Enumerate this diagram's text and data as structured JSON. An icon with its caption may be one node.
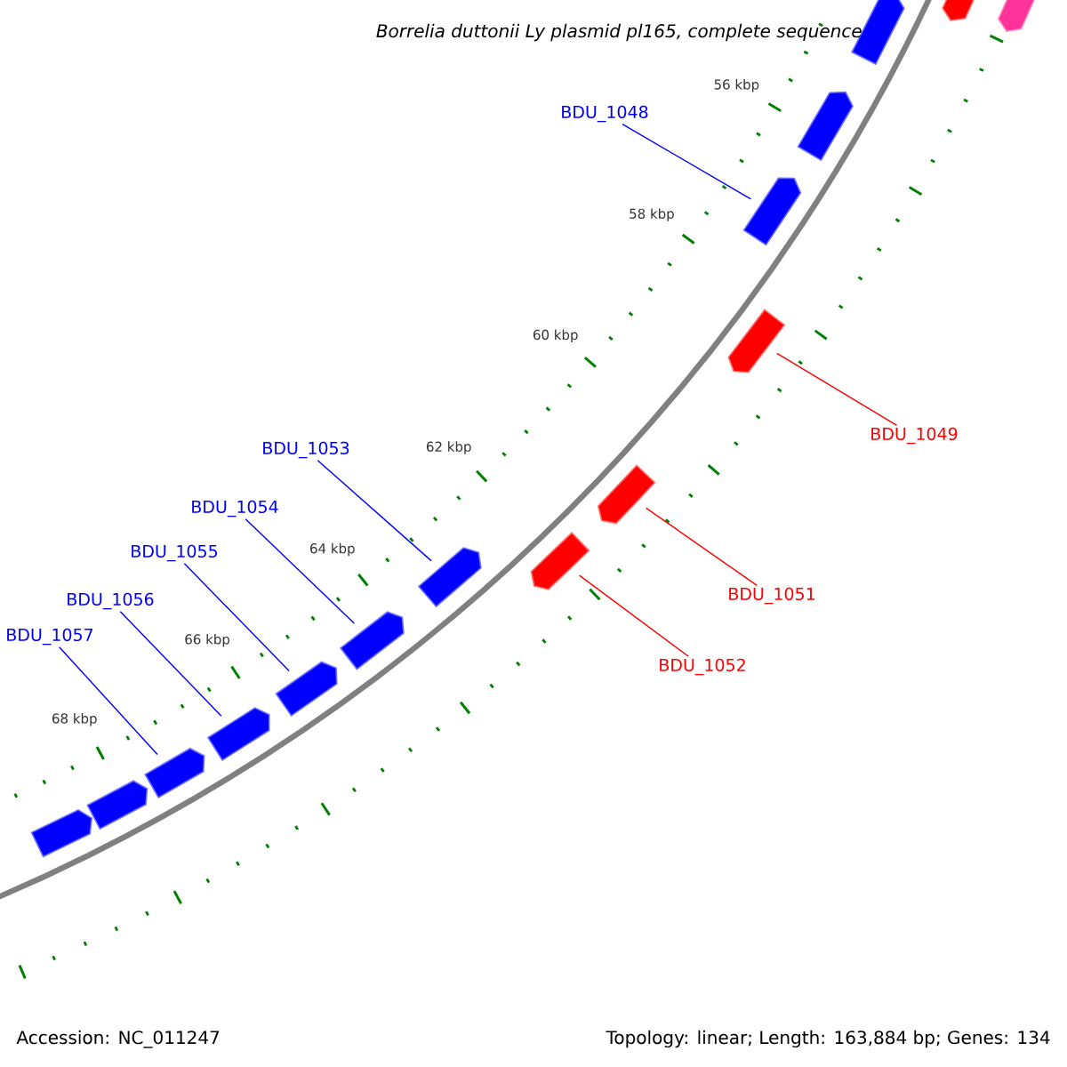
{
  "diagram": {
    "title": "Borrelia duttonii Ly plasmid pl165, complete sequence",
    "nodes": [
      {
        "text": [
          "BDU_1048"
        ]
      },
      {
        "text": [
          "BDU_1049"
        ]
      },
      {
        "text": [
          "BDU_1053"
        ]
      },
      {
        "text": [
          "BDU_1054"
        ]
      },
      {
        "text": [
          "BDU_1055"
        ]
      },
      {
        "text": [
          "BDU_1051"
        ]
      },
      {
        "text": [
          "BDU_1056"
        ]
      },
      {
        "text": [
          "BDU_1057"
        ]
      },
      {
        "text": [
          "BDU_1052"
        ]
      },
      {
        "text": [],
        "shape": "block"
      },
      {
        "text": [],
        "shape": "block"
      },
      {
        "text": [],
        "shape": "block"
      },
      {
        "text": [],
        "shape": "block"
      },
      {
        "text": [],
        "shape": "block"
      },
      {
        "text": [],
        "shape": "block"
      },
      {
        "text": [],
        "shape": "block"
      },
      {
        "text": [],
        "shape": "block"
      },
      {
        "text": [],
        "shape": "block"
      },
      {
        "text": [],
        "shape": "block"
      },
      {
        "text": [],
        "shape": "block"
      },
      {
        "text": [],
        "shape": "block"
      },
      {
        "text": [],
        "shape": "block"
      },
      {
        "text": [],
        "shape": "block"
      },
      {
        "text": [],
        "shape": "block"
      }
    ],
    "edges": [
      {
        "from": 0,
        "to": 13,
        "arrow": "none",
        "color": "#0000ff"
      },
      {
        "from": 1,
        "to": 14,
        "arrow": "none",
        "color": "#ff0000"
      },
      {
        "from": 2,
        "to": 17,
        "arrow": "none",
        "color": "#0000ff"
      },
      {
        "from": 3,
        "to": 18,
        "arrow": "none",
        "color": "#0000ff"
      },
      {
        "from": 4,
        "to": 19,
        "arrow": "none",
        "color": "#0000ff"
      },
      {
        "from": 5,
        "to": 15,
        "arrow": "none",
        "color": "#ff0000"
      },
      {
        "from": 6,
        "to": 20,
        "arrow": "none",
        "color": "#0000ff"
      },
      {
        "from": 7,
        "to": 21,
        "arrow": "none",
        "color": "#0000ff"
      },
      {
        "from": 8,
        "to": 16,
        "arrow": "none",
        "color": "#ff0000"
      }
    ],
    "labels": [
      "56 kbp",
      "58 kbp",
      "60 kbp",
      "62 kbp",
      "64 kbp",
      "66 kbp",
      "68 kbp",
      "Accession: NC_011247",
      "Topology: linear; Length: 163,884 bp; Genes: 134"
    ]
  }
}
